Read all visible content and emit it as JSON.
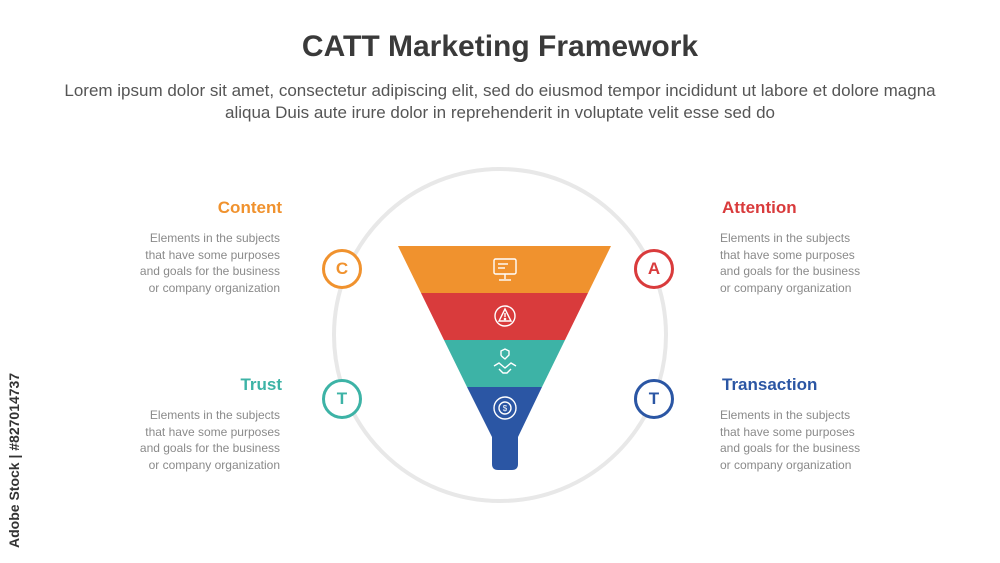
{
  "title": "CATT Marketing Framework",
  "subtitle": "Lorem ipsum dolor sit amet, consectetur adipiscing elit, sed do eiusmod tempor incididunt ut labore et dolore magna aliqua Duis aute irure dolor in reprehenderit in voluptate velit esse sed do",
  "watermark": "Adobe Stock | #827014737",
  "items": [
    {
      "title": "Content",
      "letter": "C",
      "color": "#F0922E",
      "desc": [
        "Elements in the subjects",
        "that have some purposes",
        "and goals for the  business",
        "or company organization"
      ]
    },
    {
      "title": "Attention",
      "letter": "A",
      "color": "#D93B3C",
      "desc": [
        "Elements in the subjects",
        "that have some purposes",
        "and goals for the  business",
        "or company organization"
      ]
    },
    {
      "title": "Trust",
      "letter": "T",
      "color": "#3DB3A6",
      "desc": [
        "Elements in the subjects",
        "that have some purposes",
        "and goals for the  business",
        "or company organization"
      ]
    },
    {
      "title": "Transaction",
      "letter": "T",
      "color": "#2B56A4",
      "desc": [
        "Elements in the subjects",
        "that have some purposes",
        "and goals for the  business",
        "or company organization"
      ]
    }
  ],
  "funnel_icons": [
    "monitor-icon",
    "warning-icon",
    "handshake-icon",
    "dollar-cycle-icon"
  ]
}
